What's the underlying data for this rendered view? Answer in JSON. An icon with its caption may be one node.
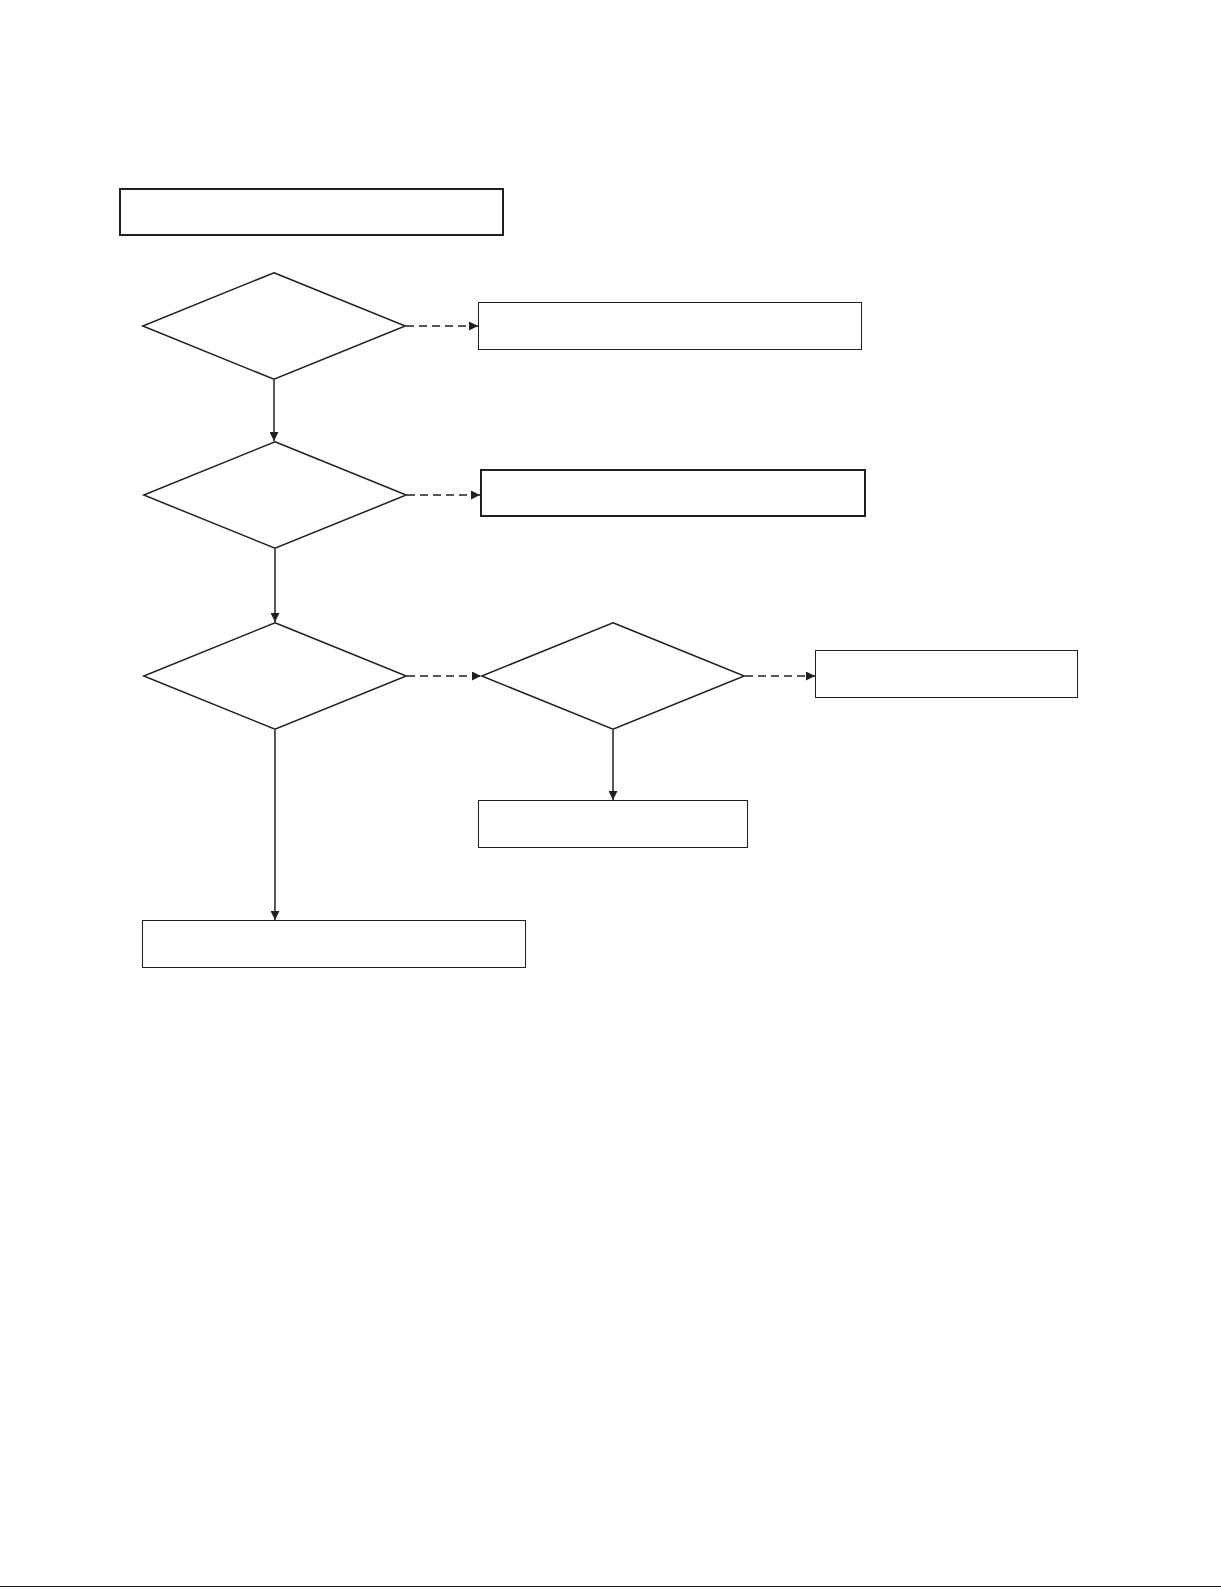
{
  "diagram": {
    "nodes": [
      {
        "text": [],
        "shape": "box"
      },
      {
        "text": [],
        "shape": "diamond"
      },
      {
        "text": [],
        "shape": "box"
      },
      {
        "text": [],
        "shape": "diamond"
      },
      {
        "text": [],
        "shape": "box"
      },
      {
        "text": [],
        "shape": "diamond"
      },
      {
        "text": [],
        "shape": "diamond"
      },
      {
        "text": [],
        "shape": "box"
      },
      {
        "text": [],
        "shape": "box"
      },
      {
        "text": [],
        "shape": "box"
      }
    ],
    "edges": [
      {
        "from": 1,
        "to": 2,
        "arrow": "to",
        "style": "dashed"
      },
      {
        "from": 1,
        "to": 3,
        "arrow": "to"
      },
      {
        "from": 3,
        "to": 4,
        "arrow": "to",
        "style": "dashed"
      },
      {
        "from": 3,
        "to": 5,
        "arrow": "to"
      },
      {
        "from": 5,
        "to": 6,
        "arrow": "to",
        "style": "dashed"
      },
      {
        "from": 6,
        "to": 7,
        "arrow": "to",
        "style": "dashed"
      },
      {
        "from": 6,
        "to": 8,
        "arrow": "to"
      },
      {
        "from": 5,
        "to": 9,
        "arrow": "to"
      }
    ]
  }
}
